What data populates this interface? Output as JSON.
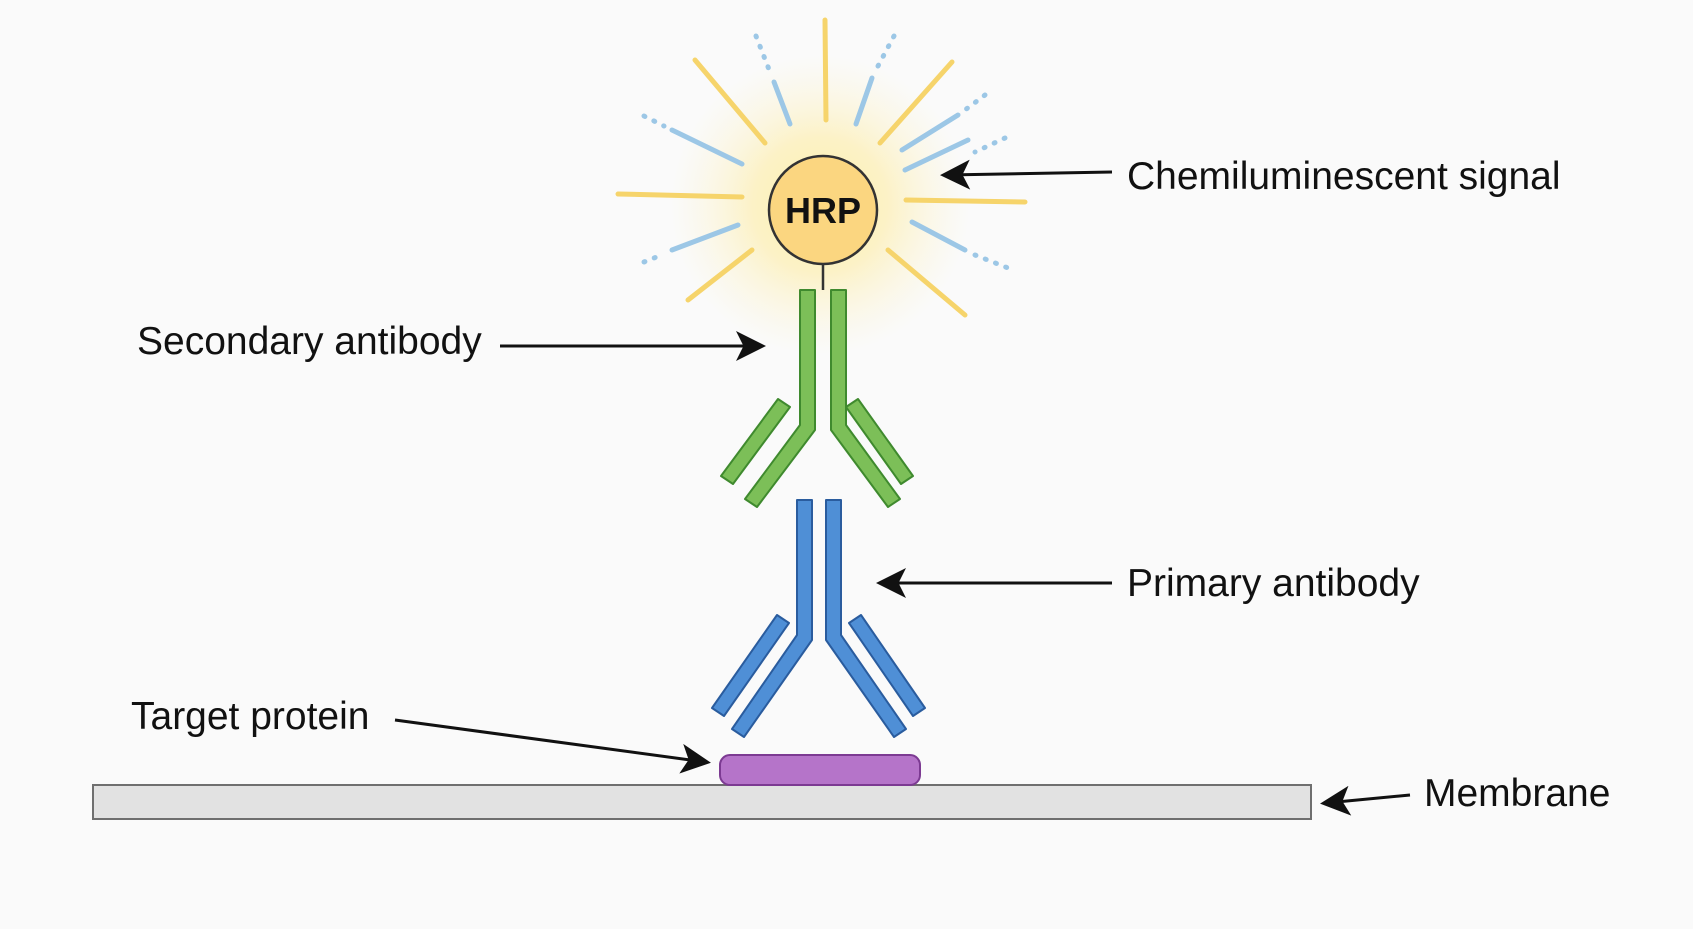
{
  "labels": {
    "chemiluminescent_signal": "Chemiluminescent signal",
    "secondary_antibody": "Secondary antibody",
    "primary_antibody": "Primary antibody",
    "target_protein": "Target protein",
    "membrane": "Membrane",
    "hrp": "HRP"
  },
  "colors": {
    "background": "#fafafa",
    "secondary_antibody": "#7cbf58",
    "secondary_antibody_outline": "#3f8a2e",
    "primary_antibody": "#4f8fd6",
    "primary_antibody_outline": "#2a5c9e",
    "target_protein": "#b574c9",
    "target_protein_outline": "#7c3a92",
    "membrane": "#e2e2e2",
    "membrane_outline": "#6f6f6f",
    "hrp_fill": "#fbd680",
    "hrp_outline": "#333333",
    "ray_yellow": "#f6d46b",
    "ray_blue": "#9cc7e6",
    "arrow": "#111111"
  }
}
